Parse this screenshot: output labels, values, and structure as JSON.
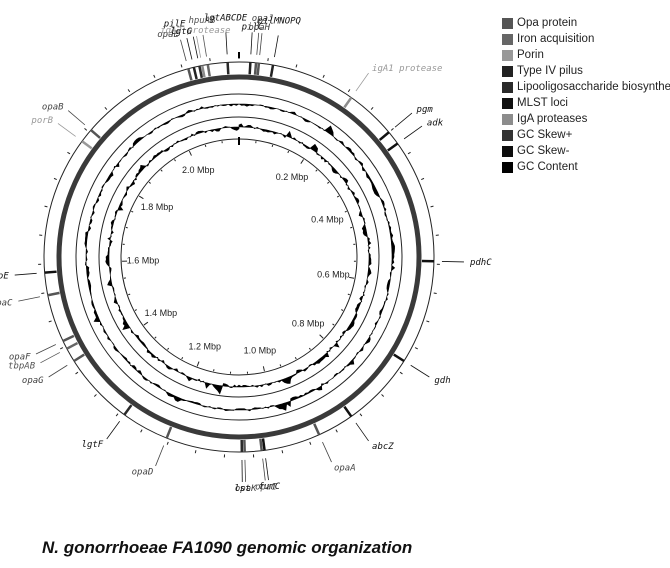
{
  "title": "N. gonorrhoeae FA1090 genomic organization",
  "legend": [
    {
      "label": "Opa protein",
      "color": "#555555"
    },
    {
      "label": "Iron acquisition",
      "color": "#666666"
    },
    {
      "label": "Porin",
      "color": "#999999"
    },
    {
      "label": "Type IV pilus",
      "color": "#222222"
    },
    {
      "label": "Lipooligosaccharide biosynthesis",
      "color": "#2a2a2a"
    },
    {
      "label": "MLST loci",
      "color": "#111111"
    },
    {
      "label": "IgA proteases",
      "color": "#8c8c8c"
    },
    {
      "label": "GC Skew+",
      "color": "#333333"
    },
    {
      "label": "GC Skew-",
      "color": "#0d0d0d"
    },
    {
      "label": "GC Content",
      "color": "#000000"
    }
  ],
  "genome": {
    "length_mbp": 2.15,
    "scale_labels": [
      "0.2 Mbp",
      "0.4 Mbp",
      "0.6 Mbp",
      "0.8 Mbp",
      "1.0 Mbp",
      "1.2 Mbp",
      "1.4 Mbp",
      "1.6 Mbp",
      "1.8 Mbp",
      "2.0 Mbp"
    ],
    "scale_values": [
      0.2,
      0.4,
      0.6,
      0.8,
      1.0,
      1.2,
      1.4,
      1.6,
      1.8,
      2.0
    ]
  },
  "genes": [
    {
      "name": "opaE",
      "pos_mbp": 2.06,
      "category": "Opa protein",
      "label_color": "#444444"
    },
    {
      "name": "pilE",
      "pos_mbp": 2.07,
      "category": "Type IV pilus",
      "label_color": "#111111"
    },
    {
      "name": "igA2 protease",
      "pos_mbp": 2.085,
      "category": "IgA proteases",
      "label_color": "#999999"
    },
    {
      "name": "hpuAB",
      "pos_mbp": 2.095,
      "category": "Iron acquisition",
      "label_color": "#555555"
    },
    {
      "name": "lgtG",
      "pos_mbp": 2.08,
      "category": "Lipooligosaccharide biosynthesis",
      "label_color": "#111111"
    },
    {
      "name": "lgtABCDE",
      "pos_mbp": 2.13,
      "category": "Lipooligosaccharide biosynthesis",
      "label_color": "#111111"
    },
    {
      "name": "pilC",
      "pos_mbp": 0.02,
      "category": "Type IV pilus",
      "label_color": "#111111"
    },
    {
      "name": "opaJ",
      "pos_mbp": 0.035,
      "category": "Opa protein",
      "label_color": "#444444"
    },
    {
      "name": "opaH",
      "pos_mbp": 0.03,
      "category": "Opa protein",
      "label_color": "#444444"
    },
    {
      "name": "pilMNOPQ",
      "pos_mbp": 0.06,
      "category": "Type IV pilus",
      "label_color": "#111111"
    },
    {
      "name": "igA1 protease",
      "pos_mbp": 0.21,
      "category": "IgA proteases",
      "label_color": "#999999"
    },
    {
      "name": "pgm",
      "pos_mbp": 0.3,
      "category": "MLST loci",
      "label_color": "#111111"
    },
    {
      "name": "adk",
      "pos_mbp": 0.325,
      "category": "MLST loci",
      "label_color": "#111111"
    },
    {
      "name": "pdhC",
      "pos_mbp": 0.545,
      "category": "MLST loci",
      "label_color": "#111111"
    },
    {
      "name": "gdh",
      "pos_mbp": 0.73,
      "category": "MLST loci",
      "label_color": "#111111"
    },
    {
      "name": "abcZ",
      "pos_mbp": 0.865,
      "category": "MLST loci",
      "label_color": "#111111"
    },
    {
      "name": "opaA",
      "pos_mbp": 0.93,
      "category": "Opa protein",
      "label_color": "#444444"
    },
    {
      "name": "fumC",
      "pos_mbp": 1.03,
      "category": "MLST loci",
      "label_color": "#111111"
    },
    {
      "name": "opaI",
      "pos_mbp": 1.035,
      "category": "Opa protein",
      "label_color": "#444444"
    },
    {
      "name": "opaK",
      "pos_mbp": 1.065,
      "category": "Opa protein",
      "label_color": "#444444"
    },
    {
      "name": "lst",
      "pos_mbp": 1.07,
      "category": "Lipooligosaccharide biosynthesis",
      "label_color": "#111111"
    },
    {
      "name": "opaD",
      "pos_mbp": 1.205,
      "category": "Opa protein",
      "label_color": "#444444"
    },
    {
      "name": "lgtF",
      "pos_mbp": 1.29,
      "category": "Lipooligosaccharide biosynthesis",
      "label_color": "#111111"
    },
    {
      "name": "opaG",
      "pos_mbp": 1.42,
      "category": "Opa protein",
      "label_color": "#444444"
    },
    {
      "name": "tbpAB",
      "pos_mbp": 1.445,
      "category": "Iron acquisition",
      "label_color": "#555555"
    },
    {
      "name": "opaF",
      "pos_mbp": 1.46,
      "category": "Opa protein",
      "label_color": "#444444"
    },
    {
      "name": "opaC",
      "pos_mbp": 1.545,
      "category": "Opa protein",
      "label_color": "#444444"
    },
    {
      "name": "aroE",
      "pos_mbp": 1.585,
      "category": "MLST loci",
      "label_color": "#111111"
    },
    {
      "name": "porB",
      "pos_mbp": 1.83,
      "category": "Porin",
      "label_color": "#999999"
    },
    {
      "name": "opaB",
      "pos_mbp": 1.855,
      "category": "Opa protein",
      "label_color": "#444444"
    }
  ]
}
